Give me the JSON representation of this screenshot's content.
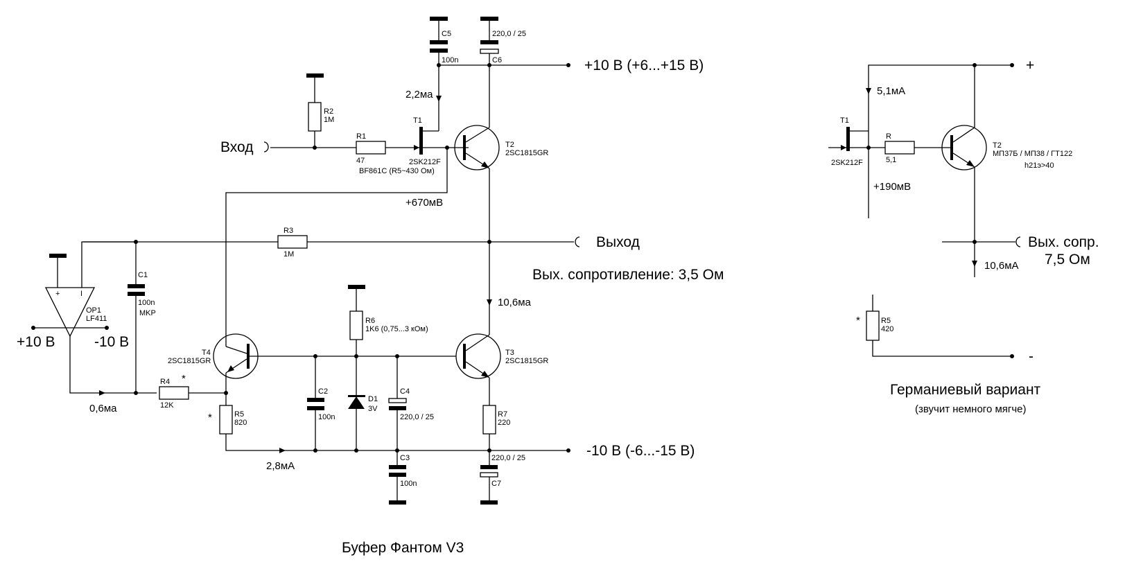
{
  "main": {
    "title": "Буфер Фантом V3",
    "supply_pos": "+10 В (+6...+15 В)",
    "supply_neg": "-10 В (-6...-15 В)",
    "input": "Вход",
    "output": "Выход",
    "output_impedance": "Вых. сопротивление: 3,5 Ом",
    "opamp_pos": "+10 В",
    "opamp_neg": "-10 В",
    "currents": {
      "i_t1": "2,2ма",
      "i_t3": "10,6ма",
      "i_opamp": "0,6ма",
      "i_bias": "2,8мА"
    },
    "voltages": {
      "v_source": "+670мВ"
    },
    "components": {
      "C5": {
        "ref": "C5",
        "value": "100n"
      },
      "C6": {
        "ref": "C6",
        "value": "220,0 / 25"
      },
      "R2": {
        "ref": "R2",
        "value": "1M"
      },
      "R1": {
        "ref": "R1",
        "value": "47"
      },
      "T1": {
        "ref": "T1",
        "value": "2SK212F",
        "alt": "BF861C (R5~430 Ом)"
      },
      "T2": {
        "ref": "T2",
        "value": "2SC1815GR"
      },
      "R3": {
        "ref": "R3",
        "value": "1M"
      },
      "C1": {
        "ref": "C1",
        "value": "100n",
        "type": "MKP"
      },
      "OP1": {
        "ref": "OP1",
        "value": "LF411",
        "plus": "+",
        "minus": "I"
      },
      "T4": {
        "ref": "T4",
        "value": "2SC1815GR"
      },
      "R4": {
        "ref": "R4",
        "value": "12K",
        "mark": "*"
      },
      "R5": {
        "ref": "R5",
        "value": "820",
        "mark": "*"
      },
      "C2": {
        "ref": "C2",
        "value": "100n"
      },
      "R6": {
        "ref": "R6",
        "value": "1K6 (0,75...3 кОм)"
      },
      "D1": {
        "ref": "D1",
        "value": "3V"
      },
      "C4": {
        "ref": "C4",
        "value": "220,0 / 25"
      },
      "C3": {
        "ref": "C3",
        "value": "100n"
      },
      "T3": {
        "ref": "T3",
        "value": "2SC1815GR"
      },
      "R7": {
        "ref": "R7",
        "value": "220"
      },
      "C7": {
        "ref": "C7",
        "value": "220,0 / 25"
      }
    }
  },
  "germanium": {
    "title": "Германиевый вариант",
    "subtitle": "(звучит немного мягче)",
    "plus": "+",
    "minus": "-",
    "current_t1": "5,1мА",
    "current_out": "10,6мА",
    "voltage": "+190мВ",
    "output_impedance_line1": "Вых. сопр.",
    "output_impedance_line2": "7,5 Ом",
    "components": {
      "T1": {
        "ref": "T1",
        "value": "2SK212F"
      },
      "R": {
        "ref": "R",
        "value": "5,1"
      },
      "T2": {
        "ref": "T2",
        "value": "МП37Б / МП38 / ГТ122",
        "gain": "h21э>40"
      },
      "R5": {
        "ref": "R5",
        "value": "420",
        "mark": "*"
      }
    }
  }
}
